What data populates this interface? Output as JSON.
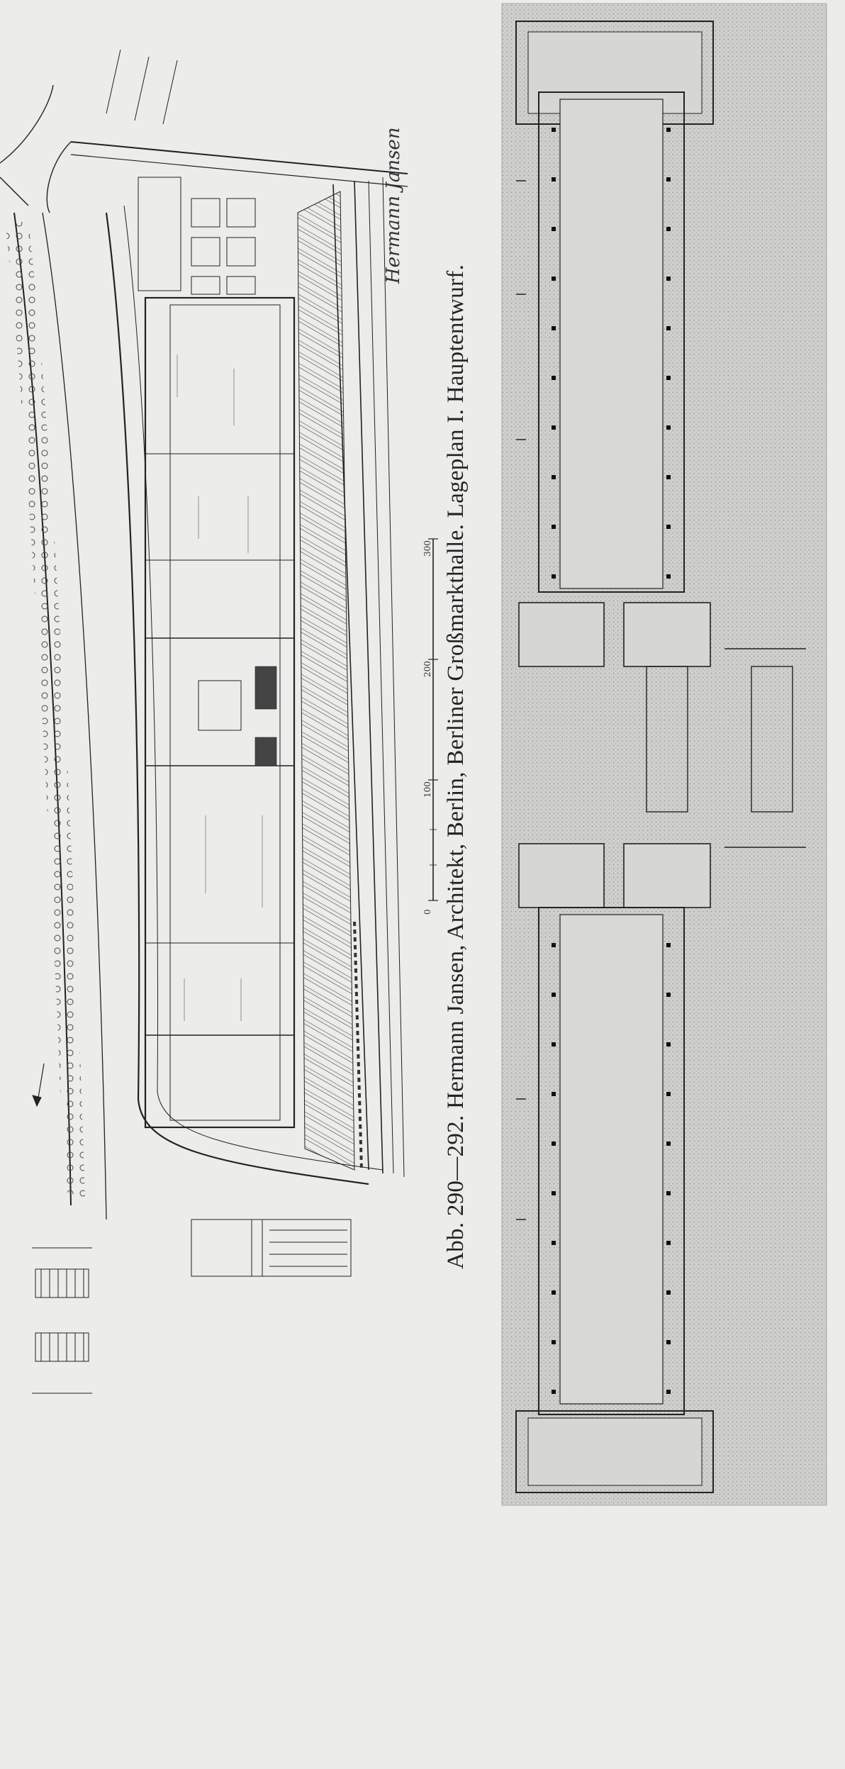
{
  "caption": "Abb. 290—292. Hermann Jansen, Architekt, Berlin, Berliner Großmarkthalle. Lageplan I. Hauptentwurf.",
  "signature": "Hermann Jansen",
  "scale_ticks": [
    "0",
    "100",
    "200",
    "300"
  ]
}
